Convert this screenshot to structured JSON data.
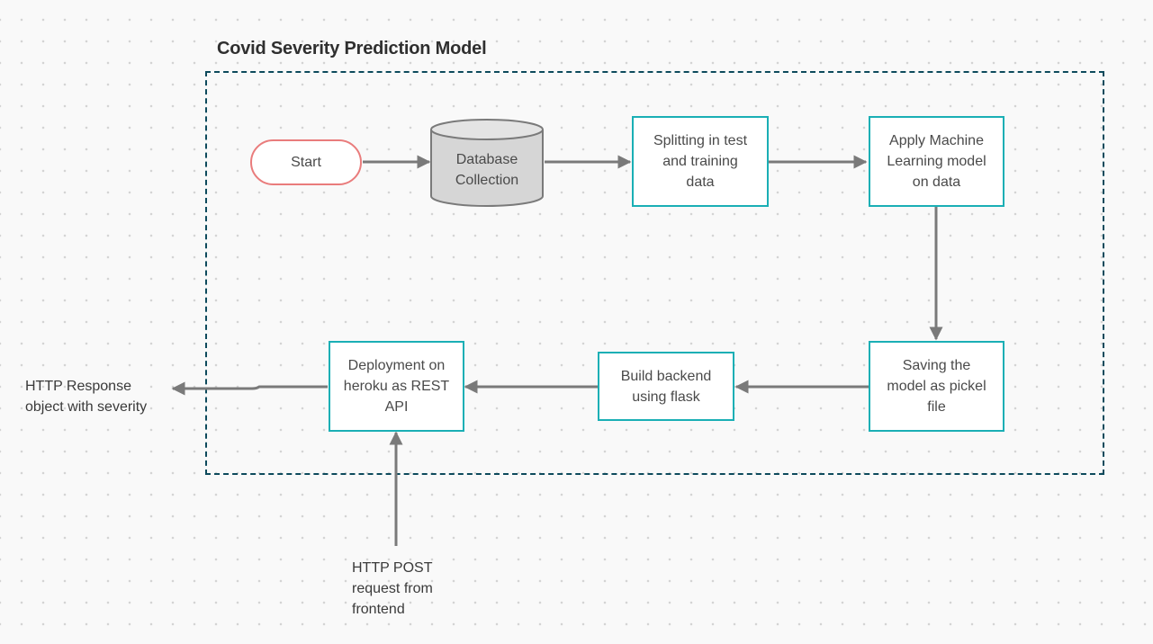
{
  "title": "Covid Severity Prediction Model",
  "nodes": {
    "start": "Start",
    "database": [
      "Database",
      "Collection"
    ],
    "split": [
      "Splitting in test",
      "and training",
      "data"
    ],
    "apply_ml": [
      "Apply Machine",
      "Learning model",
      "on data"
    ],
    "save_model": [
      "Saving the",
      "model as pickel",
      "file"
    ],
    "backend": [
      "Build backend",
      "using flask"
    ],
    "deploy": [
      "Deployment on",
      "heroku as REST",
      "API"
    ]
  },
  "external": {
    "response": [
      "HTTP Response",
      "object with severity"
    ],
    "request": [
      "HTTP POST",
      "request from",
      "frontend"
    ]
  },
  "colors": {
    "process_border": "#1aafb5",
    "terminal_border": "#e97c7c",
    "container_border": "#0d4a5c",
    "arrow": "#7a7a7a",
    "database_fill": "#d6d6d6"
  }
}
